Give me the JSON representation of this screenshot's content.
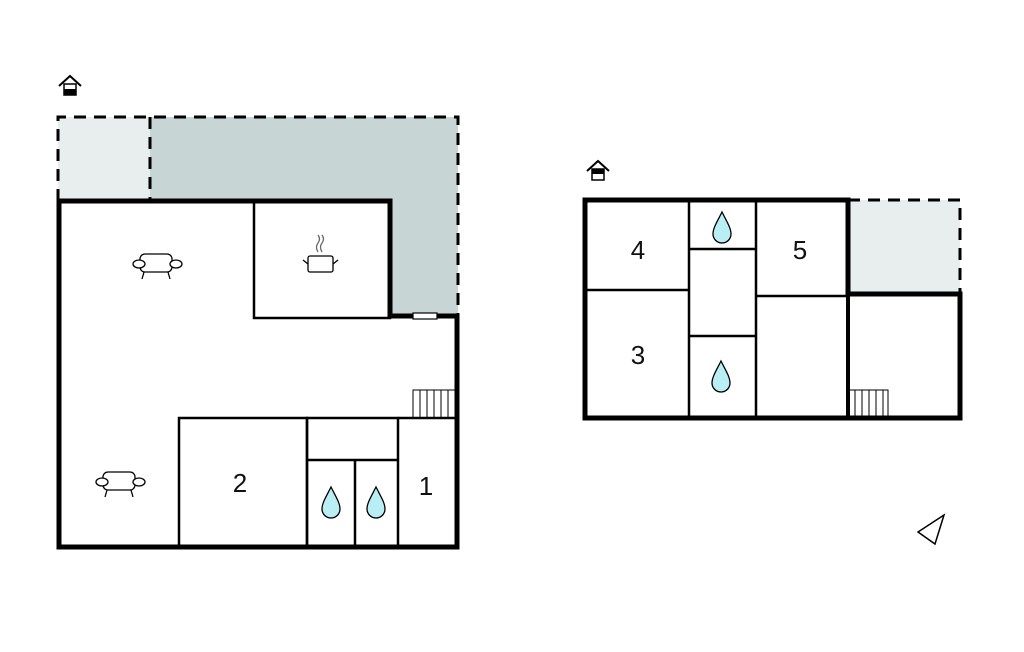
{
  "colors": {
    "wall": "#000000",
    "terrace_light": "#e8eeee",
    "terrace_dark": "#c8d5d5",
    "water": "#b9eef5"
  },
  "ground_floor": {
    "icon": "ground-floor-house-icon",
    "rooms": [
      {
        "label": "2"
      },
      {
        "label": "1"
      }
    ]
  },
  "upper_floor": {
    "icon": "upper-floor-house-icon",
    "rooms": [
      {
        "label": "4"
      },
      {
        "label": "5"
      },
      {
        "label": "3"
      }
    ]
  },
  "compass": "north-arrow-icon"
}
